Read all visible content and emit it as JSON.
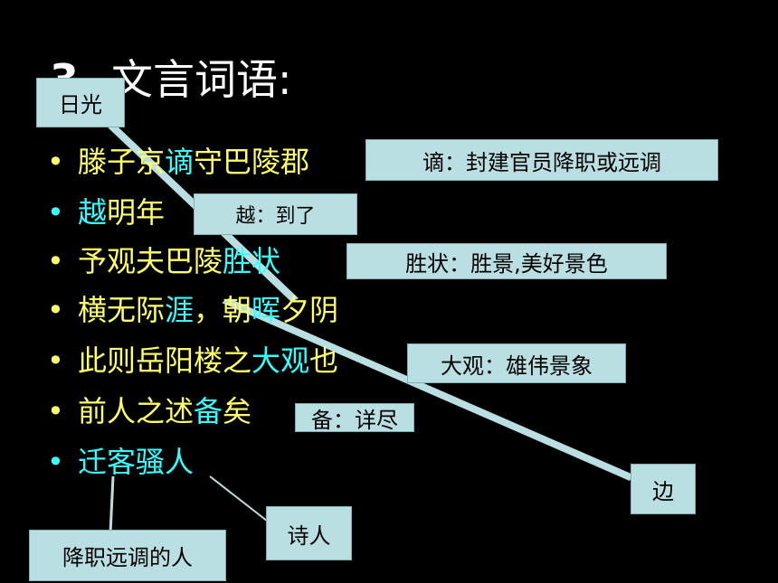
{
  "title": {
    "number": "3",
    "text": "文言词语:"
  },
  "colors": {
    "background": "#000000",
    "yellow_text": "#ffff66",
    "cyan_text": "#33ffff",
    "note_box": "#b9dfe3"
  },
  "bullets": [
    {
      "segments": [
        {
          "text": "滕子京",
          "color": "yellow"
        },
        {
          "text": "谪",
          "color": "cyan"
        },
        {
          "text": "守巴陵郡",
          "color": "yellow"
        }
      ],
      "bullet_color": "yellow"
    },
    {
      "segments": [
        {
          "text": "越",
          "color": "cyan"
        },
        {
          "text": "明年",
          "color": "yellow"
        }
      ],
      "bullet_color": "cyan"
    },
    {
      "segments": [
        {
          "text": "予观夫巴陵",
          "color": "yellow"
        },
        {
          "text": "胜状",
          "color": "cyan"
        }
      ],
      "bullet_color": "yellow"
    },
    {
      "segments": [
        {
          "text": "横无际",
          "color": "yellow"
        },
        {
          "text": "涯",
          "color": "cyan"
        },
        {
          "text": "，朝",
          "color": "yellow"
        },
        {
          "text": "晖",
          "color": "cyan"
        },
        {
          "text": "夕阴",
          "color": "yellow"
        }
      ],
      "bullet_color": "yellow"
    },
    {
      "segments": [
        {
          "text": "此则岳阳楼之",
          "color": "yellow"
        },
        {
          "text": "大观",
          "color": "cyan"
        },
        {
          "text": "也",
          "color": "yellow"
        }
      ],
      "bullet_color": "yellow"
    },
    {
      "segments": [
        {
          "text": "前人之述",
          "color": "yellow"
        },
        {
          "text": "备",
          "color": "cyan"
        },
        {
          "text": "矣",
          "color": "yellow"
        }
      ],
      "bullet_color": "yellow"
    },
    {
      "segments": [
        {
          "text": "迁客骚人",
          "color": "cyan"
        }
      ],
      "bullet_color": "cyan"
    }
  ],
  "notes": {
    "rizhao": "日光",
    "zhe": "谪：封建官员降职或远调",
    "yue": "越：到了",
    "shengzhuang": "胜状：胜景,美好景色",
    "daguan": "大观：雄伟景象",
    "bei": "备：详尽",
    "bian": "边",
    "shiren": "诗人",
    "qianke": "降职远调的人"
  }
}
